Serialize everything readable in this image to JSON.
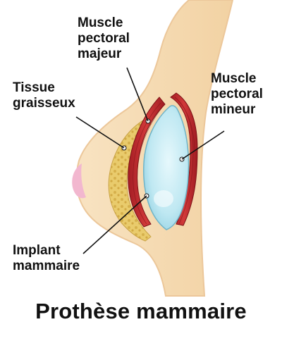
{
  "title": "Prothèse mammaire",
  "labels": {
    "tissue": "Tissue\ngraisseux",
    "pectoral_major": "Muscle\npectoral\nmajeur",
    "pectoral_minor": "Muscle\npectoral\nmineur",
    "implant": "Implant\nmammaire"
  },
  "colors": {
    "skin": "#f6dcb4",
    "skin_outline": "#ecc79a",
    "muscle": "#c0282e",
    "fat": "#e8c867",
    "implant": "#bfe8f2",
    "areola": "#f2b7cf"
  }
}
